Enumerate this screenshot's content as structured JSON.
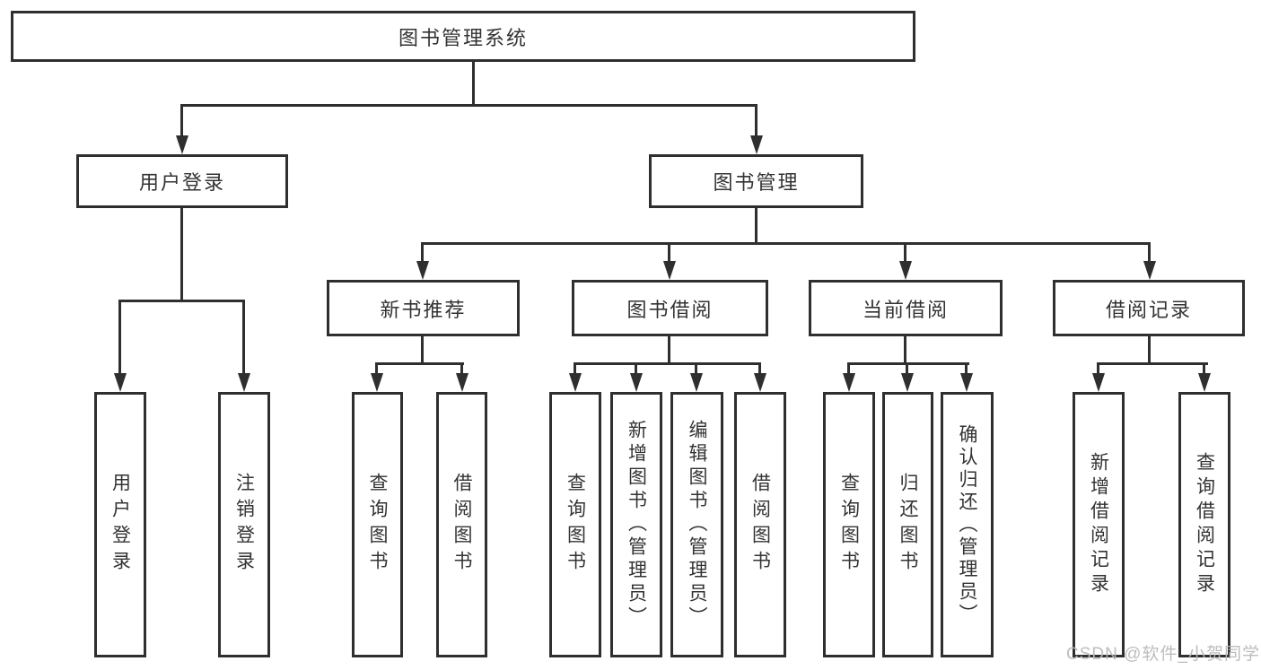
{
  "watermark": "CSDN @软件_小贺同学",
  "colors": {
    "line": "#2f2f2f",
    "text": "#333333",
    "background": "#ffffff",
    "watermark": "#b9b9b9"
  },
  "nodes": {
    "root": "图书管理系统",
    "level2": {
      "user_login": "用户登录",
      "book_mgmt": "图书管理"
    },
    "level3": {
      "new_book_rec": "新书推荐",
      "book_borrow": "图书借阅",
      "current_borrow": "当前借阅",
      "borrow_record": "借阅记录"
    },
    "level4": {
      "user_login_children": [
        "用户登录",
        "注销登录"
      ],
      "new_book_rec_children": [
        "查询图书",
        "借阅图书"
      ],
      "book_borrow_children": [
        "查询图书",
        "新增图书（管理员）",
        "编辑图书（管理员）",
        "借阅图书"
      ],
      "current_borrow_children": [
        "查询图书",
        "归还图书",
        "确认归还（管理员）"
      ],
      "borrow_record_children": [
        "新增借阅记录",
        "查询借阅记录"
      ]
    }
  }
}
